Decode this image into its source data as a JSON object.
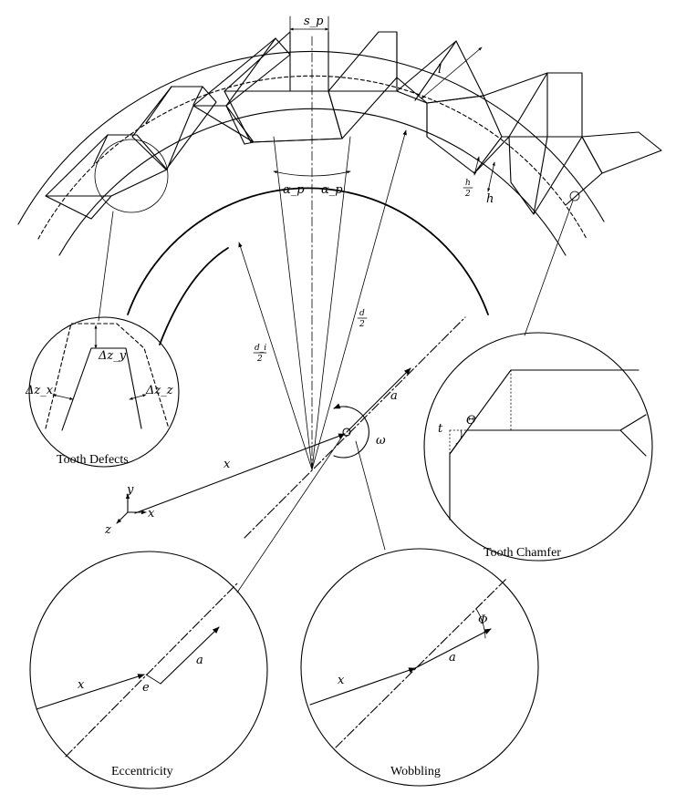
{
  "labels": {
    "sp": "s_p",
    "l": "l",
    "alpha_left": "α_p",
    "alpha_right": "α_p",
    "h_half_num": "h",
    "h_half_den": "2",
    "h": "h",
    "d_over_2_num": "d",
    "d_over_2_den": "2",
    "di_over_2_num": "d_i",
    "di_over_2_den": "2",
    "vec_x": "x",
    "vec_a": "a",
    "omega": "ω",
    "axis_x": "x",
    "axis_y": "y",
    "axis_z": "z",
    "dz_x": "Δz_x",
    "dz_y": "Δz_y",
    "dz_z": "Δz_z",
    "t": "t",
    "theta": "Θ",
    "e": "e",
    "phi": "Φ"
  },
  "captions": {
    "tooth_defects": "Tooth Defects",
    "tooth_chamfer": "Tooth Chamfer",
    "eccentricity": "Eccentricity",
    "wobbling": "Wobbling"
  }
}
